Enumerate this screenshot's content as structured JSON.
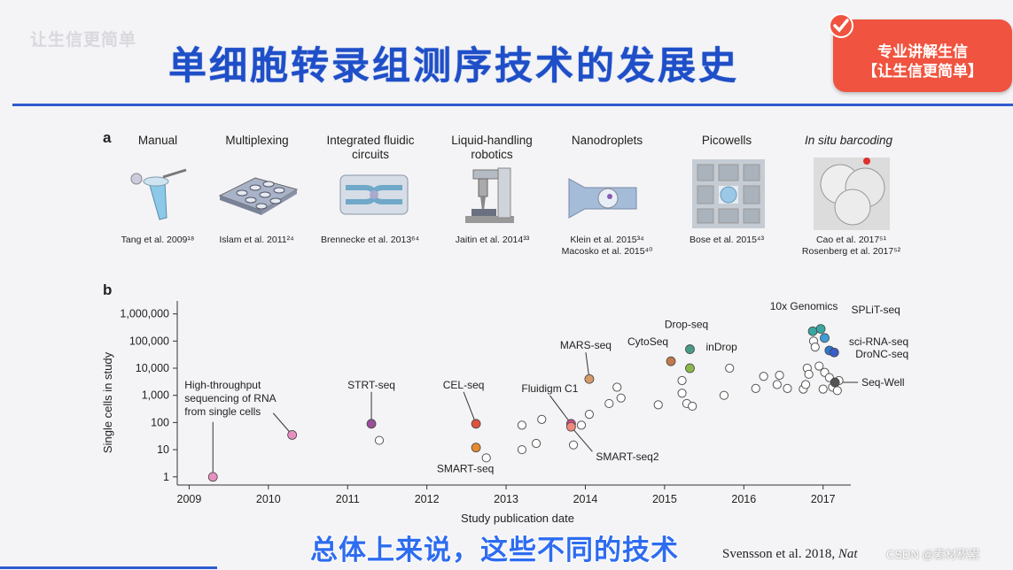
{
  "header": {
    "watermark": "让生信更简单",
    "title": "单细胞转录组测序技术的发展史",
    "badge_line1": "专业讲解生信",
    "badge_line2": "【让生信更简单】"
  },
  "panel_a": {
    "label": "a",
    "techniques": [
      {
        "name": "Manual",
        "cite": [
          "Tang et al. 2009¹⁸"
        ]
      },
      {
        "name": "Multiplexing",
        "cite": [
          "Islam et al. 2011²⁴"
        ]
      },
      {
        "name": "Integrated fluidic circuits",
        "cite": [
          "Brennecke et al. 2013⁶⁴"
        ]
      },
      {
        "name": "Liquid-handling robotics",
        "cite": [
          "Jaitin et al. 2014³³"
        ]
      },
      {
        "name": "Nanodroplets",
        "cite": [
          "Klein et al. 2015³⁴",
          "Macosko et al. 2015⁴⁰"
        ]
      },
      {
        "name": "Picowells",
        "cite": [
          "Bose et al. 2015⁴³"
        ]
      },
      {
        "name": "In situ barcoding",
        "cite": [
          "Cao et al. 2017⁵¹",
          "Rosenberg et al. 2017⁵²"
        ]
      }
    ]
  },
  "panel_b": {
    "label": "b"
  },
  "chart_data": {
    "type": "scatter",
    "xlabel": "Study publication date",
    "ylabel": "Single cells in study",
    "x_ticks": [
      "2009",
      "2010",
      "2011",
      "2012",
      "2013",
      "2014",
      "2015",
      "2016",
      "2017"
    ],
    "y_ticks": [
      "1",
      "10",
      "100",
      "1,000",
      "10,000",
      "100,000",
      "1,000,000"
    ],
    "y_scale": "log",
    "xlim": [
      2008.85,
      2017.35
    ],
    "ylim": [
      0.5,
      3000000
    ],
    "labeled_points": [
      {
        "label": "High-throughput sequencing of RNA from single cells",
        "x": 2009.3,
        "y": 1,
        "color": "#e88fc0"
      },
      {
        "label": "",
        "x": 2010.3,
        "y": 35,
        "color": "#e88fc0"
      },
      {
        "label": "STRT-seq",
        "x": 2011.3,
        "y": 90,
        "color": "#9b4f9a"
      },
      {
        "label": "CEL-seq",
        "x": 2012.62,
        "y": 90,
        "color": "#e0513d"
      },
      {
        "label": "SMART-seq",
        "x": 2012.62,
        "y": 12,
        "color": "#e88a2d"
      },
      {
        "label": "MARS-seq",
        "x": 2014.05,
        "y": 4000,
        "color": "#d49a6a"
      },
      {
        "label": "Fluidigm C1",
        "x": 2013.82,
        "y": 90,
        "color": "#d84a8a"
      },
      {
        "label": "SMART-seq2",
        "x": 2013.82,
        "y": 70,
        "color": "#f08a7c"
      },
      {
        "label": "CytoSeq",
        "x": 2015.08,
        "y": 18000,
        "color": "#c27a4c"
      },
      {
        "label": "Drop-seq",
        "x": 2015.32,
        "y": 50000,
        "color": "#4a9a8a"
      },
      {
        "label": "inDrop",
        "x": 2015.32,
        "y": 10000,
        "color": "#8ab84a"
      },
      {
        "label": "10x Genomics",
        "x": 2016.87,
        "y": 230000,
        "color": "#3aa7a2"
      },
      {
        "label": "",
        "x": 2016.97,
        "y": 280000,
        "color": "#3aa7a2"
      },
      {
        "label": "SPLiT-seq",
        "x": 2017.02,
        "y": 130000,
        "color": "#3c9ed8"
      },
      {
        "label": "sci-RNA-seq",
        "x": 2017.08,
        "y": 45000,
        "color": "#2a7ad0"
      },
      {
        "label": "DroNC-seq",
        "x": 2017.14,
        "y": 38000,
        "color": "#3c5cc8"
      },
      {
        "label": "Seq-Well",
        "x": 2017.15,
        "y": 3000,
        "color": "#555555"
      }
    ],
    "other_points": [
      [
        2011.4,
        22
      ],
      [
        2012.75,
        5
      ],
      [
        2013.2,
        80
      ],
      [
        2013.2,
        10
      ],
      [
        2013.38,
        17
      ],
      [
        2013.45,
        130
      ],
      [
        2013.85,
        15
      ],
      [
        2013.95,
        80
      ],
      [
        2014.05,
        200
      ],
      [
        2014.3,
        500
      ],
      [
        2014.4,
        2000
      ],
      [
        2014.45,
        800
      ],
      [
        2014.92,
        450
      ],
      [
        2015.22,
        3500
      ],
      [
        2015.22,
        1200
      ],
      [
        2015.28,
        500
      ],
      [
        2015.35,
        400
      ],
      [
        2015.75,
        1000
      ],
      [
        2015.82,
        10000
      ],
      [
        2016.15,
        1800
      ],
      [
        2016.25,
        5000
      ],
      [
        2016.42,
        2500
      ],
      [
        2016.45,
        5500
      ],
      [
        2016.55,
        1800
      ],
      [
        2016.75,
        1700
      ],
      [
        2016.78,
        2500
      ],
      [
        2016.8,
        10000
      ],
      [
        2016.82,
        6000
      ],
      [
        2016.88,
        100000
      ],
      [
        2016.9,
        60000
      ],
      [
        2016.95,
        12000
      ],
      [
        2017.0,
        1700
      ],
      [
        2017.02,
        7000
      ],
      [
        2017.08,
        4500
      ],
      [
        2017.12,
        2000
      ],
      [
        2017.18,
        1500
      ],
      [
        2017.2,
        3500
      ]
    ]
  },
  "footer": {
    "subtitle": "总体上来说，这些不同的技术",
    "reference_prefix": "Svensson et al. 2018, ",
    "reference_journal": "Nat",
    "csdn": "CSDN @素材积累"
  }
}
